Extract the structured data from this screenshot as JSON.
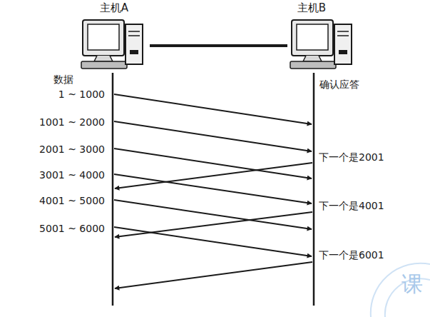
{
  "diagram": {
    "nodes": [
      {
        "text": [
          "主机A"
        ]
      },
      {
        "text": [
          "主机B"
        ]
      }
    ],
    "edges": [
      {
        "from": 0,
        "to": 1,
        "arrow": "none"
      }
    ],
    "labels": [
      "数据",
      "1 ~ 1000",
      "1001 ~ 2000",
      "2001 ~ 3000",
      "3001 ~ 4000",
      "4001 ~ 5000",
      "5001 ~ 6000",
      "确认应答",
      "下一个是2001",
      "下一个是4001",
      "下一个是6001",
      "课"
    ]
  }
}
